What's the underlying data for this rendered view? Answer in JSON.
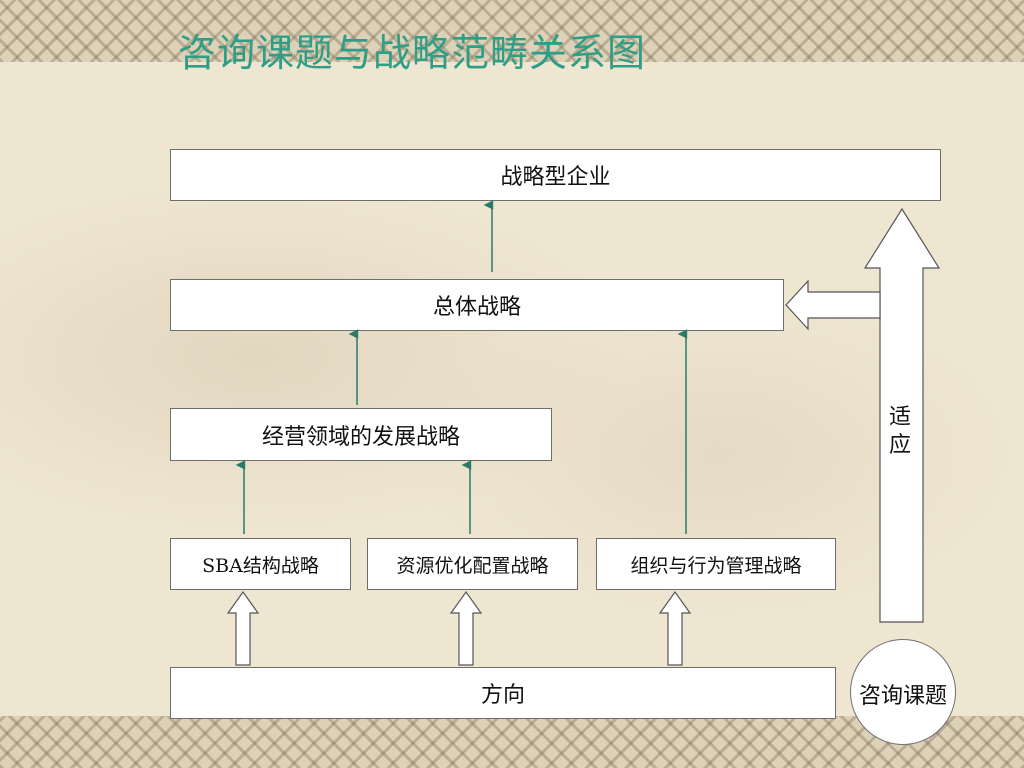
{
  "title": "咨询课题与战略范畴关系图",
  "nodes": {
    "enterprise": "战略型企业",
    "overall": "总体战略",
    "domain": "经营领域的发展战略",
    "sba": "SBA结构战略",
    "resource": "资源优化配置战略",
    "org": "组织与行为管理战略",
    "direction": "方向"
  },
  "side_label": [
    "适",
    "应"
  ],
  "consult_label": "咨询课题",
  "colors": {
    "title": "#2e9e86",
    "arrow": "#2a7a6a"
  }
}
